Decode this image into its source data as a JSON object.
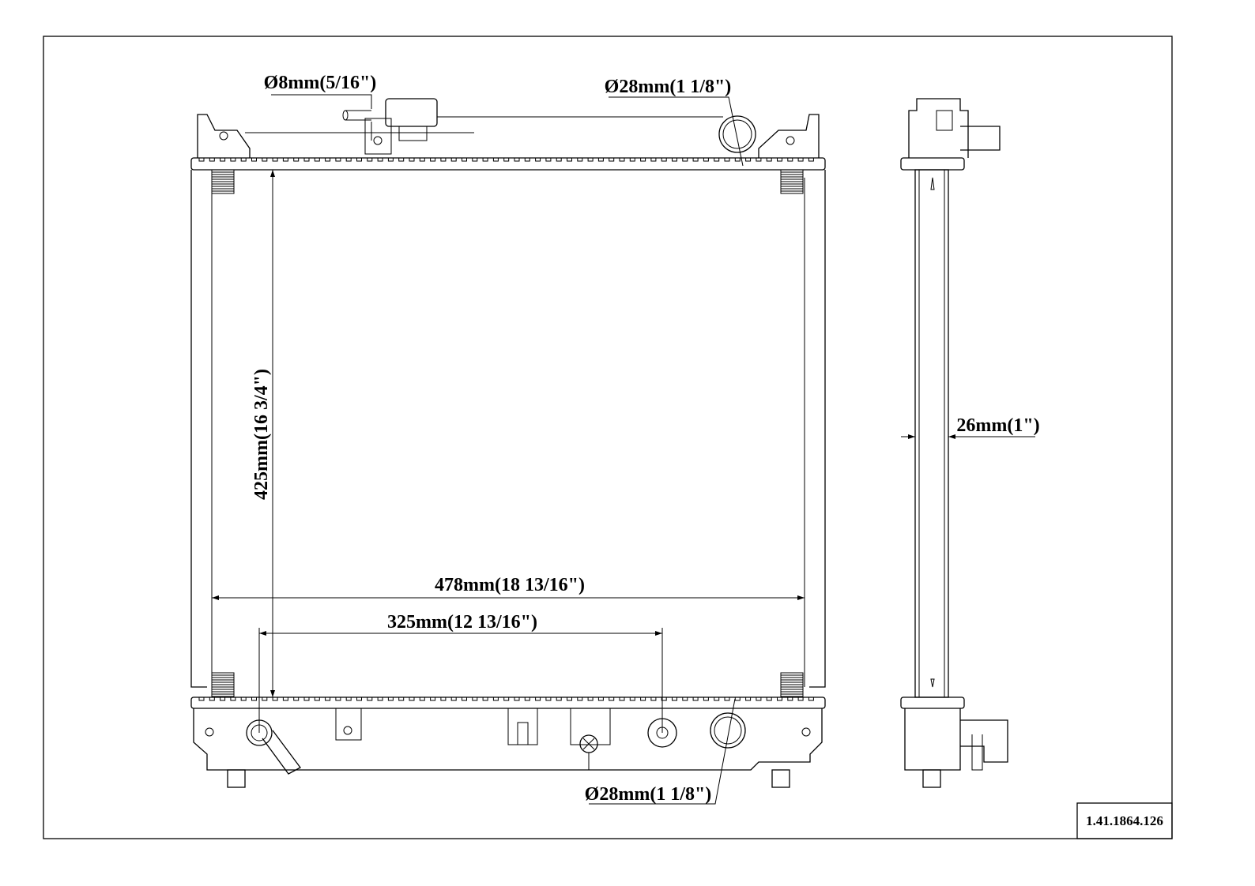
{
  "drawing": {
    "part_number": "1.41.1864.126",
    "dimensions": {
      "height": "425mm(16 3/4\")",
      "width": "478mm(18 13/16\")",
      "inlet_outlet_spacing": "325mm(12 13/16\")",
      "core_thickness": "26mm(1\")",
      "top_hose": "Ø28mm(1 1/8\")",
      "bottom_hose": "Ø28mm(1 1/8\")",
      "overflow_tube": "Ø8mm(5/16\")"
    }
  }
}
